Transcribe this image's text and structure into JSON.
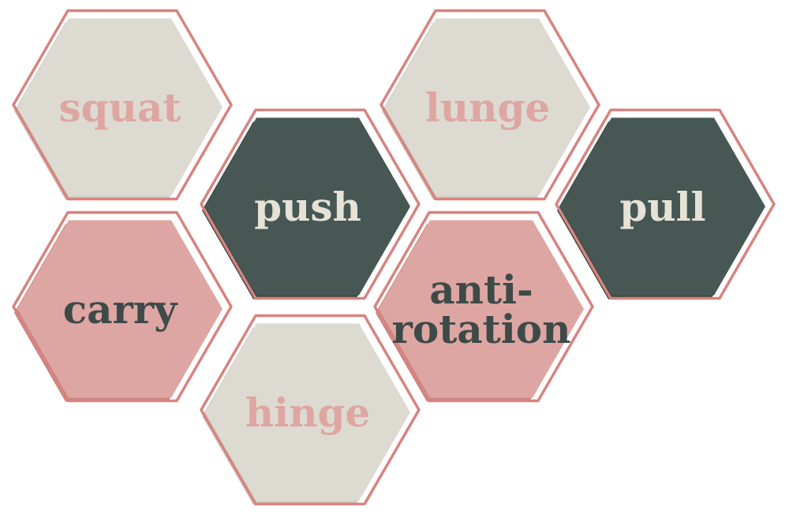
{
  "colors": {
    "outline": "#d7837f",
    "beige_fill": "#dddbd1",
    "beige_shadow": "#cfcdc3",
    "pink_fill": "#dea6a2",
    "pink_shadow": "#c98581",
    "dark_fill": "#465754",
    "dark_shadow": "#3a4745",
    "beige_text": "#dea6a2",
    "pink_text": "#3d4a48",
    "dark_text": "#e6e2d6"
  },
  "hexagons": [
    {
      "id": "squat",
      "label_lines": [
        "squat"
      ],
      "style": "beige"
    },
    {
      "id": "push",
      "label_lines": [
        "push"
      ],
      "style": "dark"
    },
    {
      "id": "lunge",
      "label_lines": [
        "lunge"
      ],
      "style": "beige"
    },
    {
      "id": "pull",
      "label_lines": [
        "pull"
      ],
      "style": "dark"
    },
    {
      "id": "carry",
      "label_lines": [
        "carry"
      ],
      "style": "pink"
    },
    {
      "id": "anti-rotation",
      "label_lines": [
        "anti-",
        "rotation"
      ],
      "style": "pink"
    },
    {
      "id": "hinge",
      "label_lines": [
        "hinge"
      ],
      "style": "beige"
    }
  ]
}
